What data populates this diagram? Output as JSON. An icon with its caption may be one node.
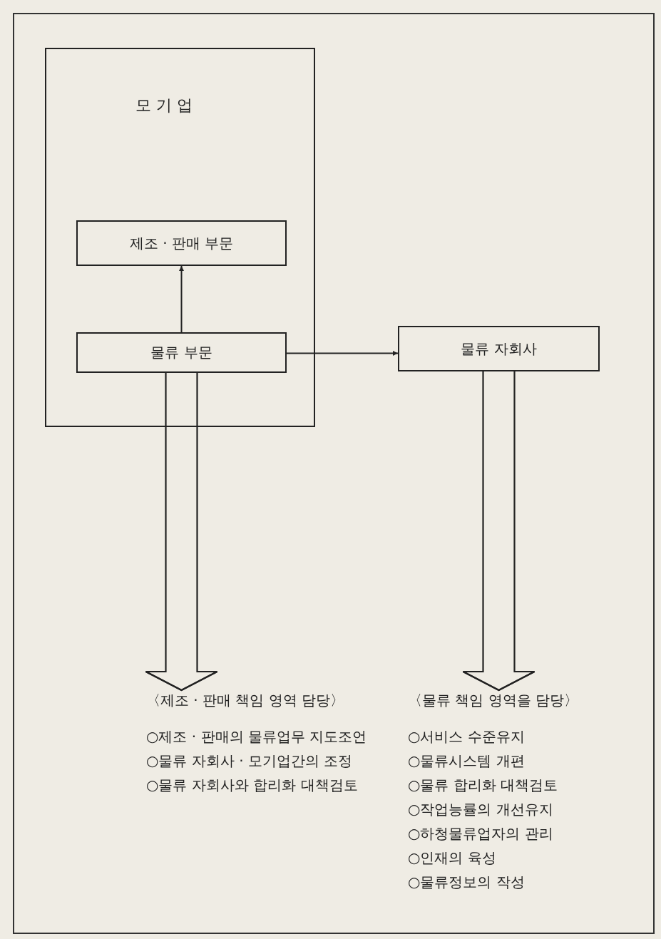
{
  "diagram": {
    "nodes": [
      {
        "text": [
          "모 기 업"
        ]
      },
      {
        "text": [
          "제조 · 판매 부문"
        ],
        "in": 0
      },
      {
        "text": [
          "물류 부문"
        ],
        "in": 0
      },
      {
        "text": [
          "물류 자회사"
        ]
      },
      {
        "text": [
          "〈제조 · 판매 책임 영역 담당〉",
          "○제조 · 판매의 물류업무 지도조언",
          "○물류 자회사 · 모기업간의 조정",
          "○물류 자회사와 합리화 대책검토"
        ]
      },
      {
        "text": [
          "〈물류 책임 영역을 담당〉",
          "○서비스 수준유지",
          "○물류시스템 개편",
          "○물류 합리화 대책검토",
          "○작업능률의 개선유지",
          "○하청물류업자의 관리",
          "○인재의 육성",
          "○물류정보의 작성"
        ]
      }
    ],
    "edges": [
      {
        "from": 2,
        "to": 1,
        "arrow": "to"
      },
      {
        "from": 2,
        "to": 3,
        "arrow": "to"
      },
      {
        "from": 2,
        "to": 4,
        "arrow": "to"
      },
      {
        "from": 3,
        "to": 5,
        "arrow": "to"
      }
    ]
  }
}
